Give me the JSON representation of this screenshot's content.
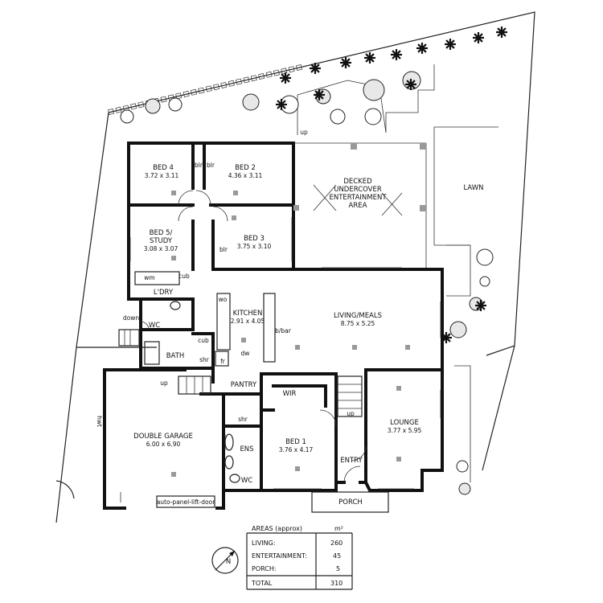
{
  "rooms": {
    "bed4": {
      "name": "BED 4",
      "dims": "3.72 x 3.11"
    },
    "bed2": {
      "name": "BED 2",
      "dims": "4.36 x 3.11"
    },
    "bed5": {
      "name": "BED 5/",
      "name2": "STUDY",
      "dims": "3.08 x 3.07"
    },
    "bed3": {
      "name": "BED 3",
      "dims": "3.75 x 3.10"
    },
    "decked": {
      "line1": "DECKED",
      "line2": "UNDERCOVER",
      "line3": "ENTERTAINMENT",
      "line4": "AREA"
    },
    "lawn": {
      "name": "LAWN"
    },
    "ldry": {
      "name": "L'DRY"
    },
    "kitchen": {
      "name": "KITCHEN",
      "dims": "2.91 x 4.05"
    },
    "living": {
      "name": "LIVING/MEALS",
      "dims": "8.75 x 5.25"
    },
    "wc1": {
      "name": "WC"
    },
    "bath": {
      "name": "BATH"
    },
    "garage": {
      "name": "DOUBLE GARAGE",
      "dims": "6.00 x 6.90",
      "door": "auto-panel-lift-door"
    },
    "pantry": {
      "name": "PANTRY"
    },
    "wir": {
      "name": "WIR"
    },
    "lounge": {
      "name": "LOUNGE",
      "dims": "3.77 x 5.95"
    },
    "ens": {
      "name": "ENS"
    },
    "bed1": {
      "name": "BED 1",
      "dims": "3.76 x 4.17"
    },
    "entry": {
      "name": "ENTRY"
    },
    "wc2": {
      "name": "WC"
    },
    "porch": {
      "name": "PORCH"
    }
  },
  "labels": {
    "blr": "blr",
    "wm": "wm",
    "cub": "cub",
    "wo": "wo",
    "bbar": "b/bar",
    "dw": "dw",
    "fr": "fr",
    "shr": "shr",
    "up": "up",
    "down": "down",
    "hwt": "hwt"
  },
  "areas": {
    "title": "AREAS (approx)",
    "unit": "m²",
    "rows": [
      {
        "label": "LIVING:",
        "value": "260"
      },
      {
        "label": "ENTERTAINMENT:",
        "value": "45"
      },
      {
        "label": "PORCH:",
        "value": "5"
      }
    ],
    "total_label": "TOTAL",
    "total_value": "310"
  },
  "north": {
    "letter": "N"
  }
}
